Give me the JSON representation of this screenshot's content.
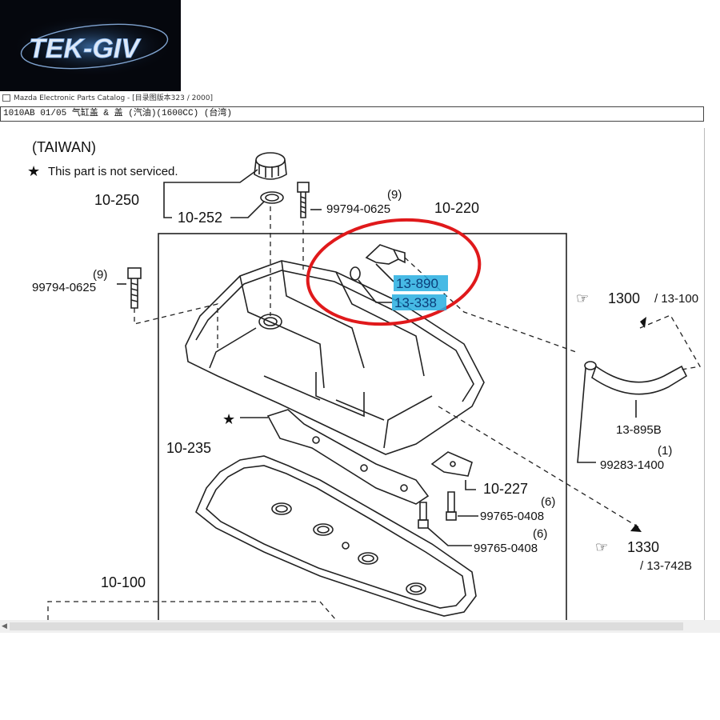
{
  "logo": {
    "text": "TEK-GIV"
  },
  "window": {
    "title": "Mazda Electronic Parts Catalog - [目录图版本323 / 2000]",
    "path": "1010AB 01/05 气缸盖 & 盖 (汽油)(1600CC) (台湾)"
  },
  "diagram": {
    "region": "(TAIWAN)",
    "legend": "This part is not serviced.",
    "legend_symbol": "★",
    "labels": {
      "p10250": "10-250",
      "p10252": "10-252",
      "p99794a": "99794-0625",
      "q9a": "(9)",
      "p10220": "10-220",
      "q9b": "(9)",
      "p99794b": "99794-0625",
      "p13890": "13-890",
      "p13338": "13-338",
      "ref1300": "1300",
      "ref1300sub": "/ 13-100",
      "p13895b": "13-895B",
      "q1": "(1)",
      "p99283": "99283-1400",
      "star": "★",
      "p10235": "10-235",
      "p10227": "10-227",
      "q6a": "(6)",
      "p99765a": "99765-0408",
      "q6b": "(6)",
      "p99765b": "99765-0408",
      "ref1330": "1330",
      "ref1330sub": "/ 13-742B",
      "p10100": "10-100"
    },
    "colors": {
      "highlight_circle": "#e0191b",
      "highlight_box": "#27aee0"
    }
  },
  "scroll": {
    "left_arrow": "◀"
  }
}
